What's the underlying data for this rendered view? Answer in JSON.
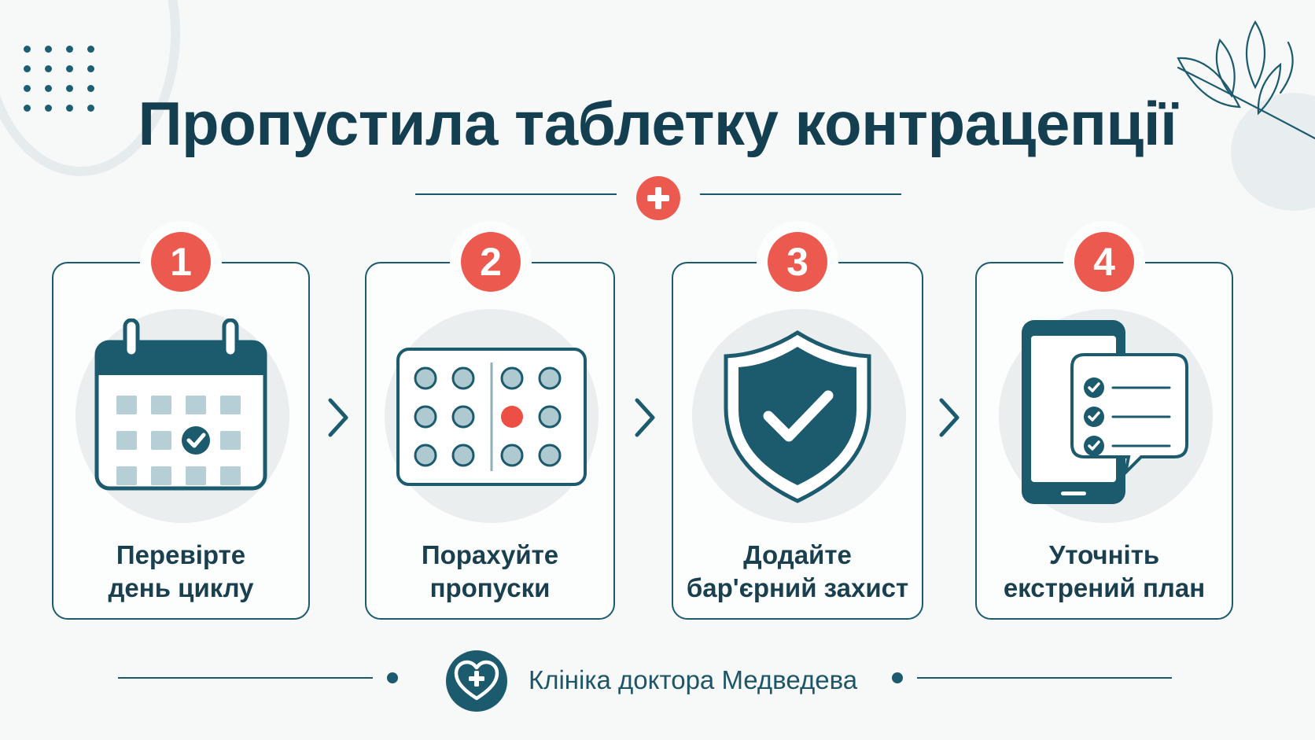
{
  "title": "Пропустила таблетку контрацепції",
  "steps": [
    {
      "number": "1",
      "line1": "Перевірте",
      "line2": "день циклу",
      "icon": "calendar-icon"
    },
    {
      "number": "2",
      "line1": "Порахуйте",
      "line2": "пропуски",
      "icon": "pill-pack-icon"
    },
    {
      "number": "3",
      "line1": "Додайте",
      "line2": "бар'єрний захист",
      "icon": "shield-check-icon"
    },
    {
      "number": "4",
      "line1": "Уточніть",
      "line2": "екстрений план",
      "icon": "phone-checklist-icon"
    }
  ],
  "footer": {
    "clinic_name": "Клініка доктора Медведева",
    "logo_icon": "heart-plus-icon"
  },
  "colors": {
    "primary": "#1c5a6e",
    "accent": "#ec5a4f",
    "background": "#f7f9f9",
    "halo": "#eaeeef",
    "pill": "#aec9d0"
  }
}
